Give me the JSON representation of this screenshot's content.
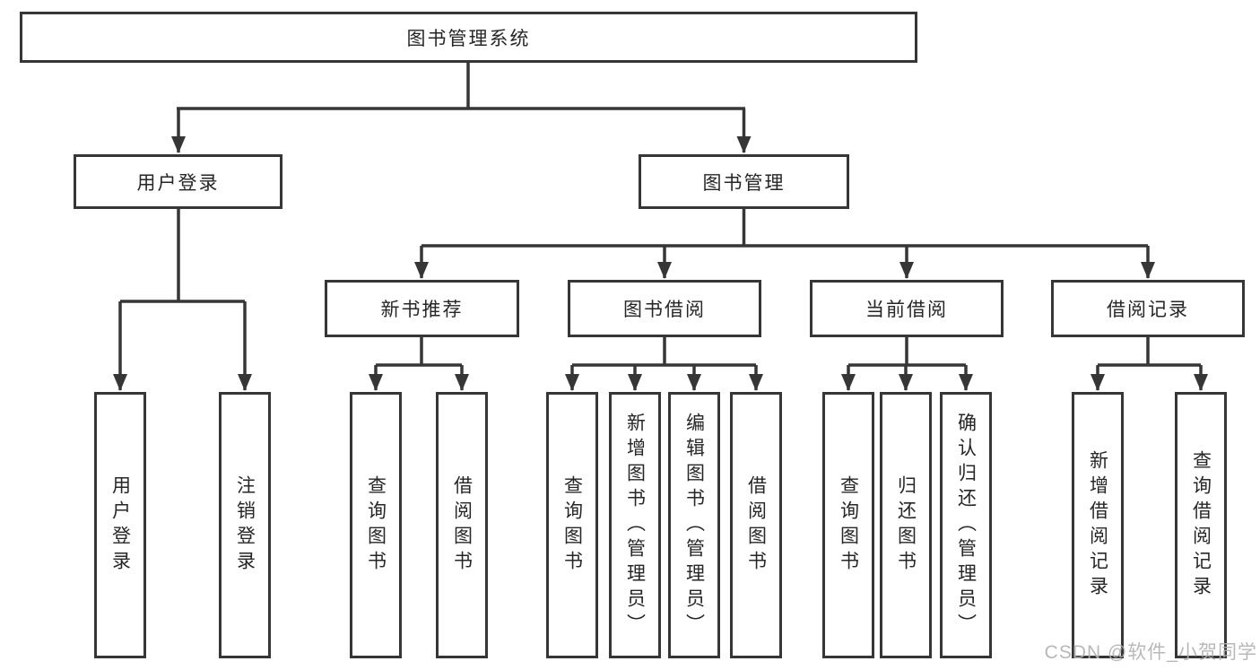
{
  "colors": {
    "line": "#363636",
    "text": "#262626",
    "box_background": "#ffffff",
    "watermark": "#b2b2b2"
  },
  "tree": {
    "root": {
      "label": "图书管理系统",
      "children": [
        {
          "label": "用户登录",
          "children": [
            {
              "label": "用户登录"
            },
            {
              "label": "注销登录"
            }
          ]
        },
        {
          "label": "图书管理",
          "children": [
            {
              "label": "新书推荐",
              "children": [
                {
                  "label": "查询图书"
                },
                {
                  "label": "借阅图书"
                }
              ]
            },
            {
              "label": "图书借阅",
              "children": [
                {
                  "label": "查询图书"
                },
                {
                  "label": "新增图书（管理员）"
                },
                {
                  "label": "编辑图书（管理员）"
                },
                {
                  "label": "借阅图书"
                }
              ]
            },
            {
              "label": "当前借阅",
              "children": [
                {
                  "label": "查询图书"
                },
                {
                  "label": "归还图书"
                },
                {
                  "label": "确认归还（管理员）"
                }
              ]
            },
            {
              "label": "借阅记录",
              "children": [
                {
                  "label": "新增借阅记录"
                },
                {
                  "label": "查询借阅记录"
                }
              ]
            }
          ]
        }
      ]
    }
  },
  "watermark": {
    "text": "CSDN @软件_小贺同学"
  }
}
